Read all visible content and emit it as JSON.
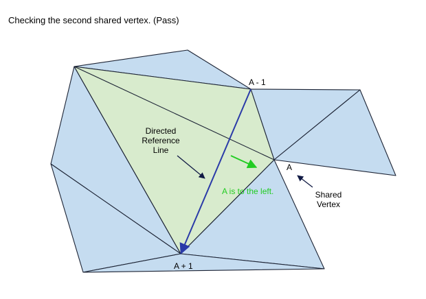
{
  "title": "Checking the second shared vertex. (Pass)",
  "labels": {
    "vertex_a_minus_1": "A - 1",
    "vertex_a": "A",
    "vertex_a_plus_1": "A + 1",
    "directed_line_1": "Directed",
    "directed_line_2": "Reference",
    "directed_line_3": "Line",
    "left_note": "A is to the left.",
    "shared_1": "Shared",
    "shared_2": "Vertex"
  },
  "colors": {
    "mesh_fill": "#c5dcf0",
    "highlight_fill": "#d8ebcd",
    "edge": "#1c2334",
    "reference_line": "#2a3aa8",
    "note_green": "#22cc22",
    "pointer": "#111a44"
  }
}
